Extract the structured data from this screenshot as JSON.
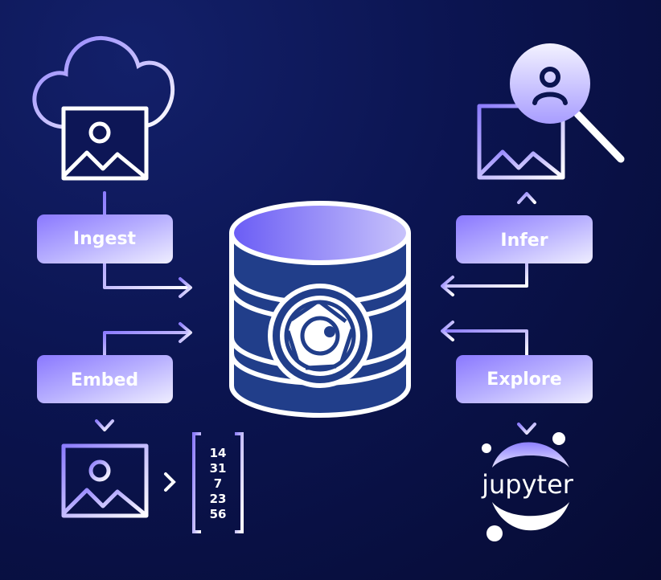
{
  "steps": {
    "ingest": "Ingest",
    "embed": "Embed",
    "infer": "Infer",
    "explore": "Explore"
  },
  "vector": [
    "14",
    "31",
    "7",
    "23",
    "56"
  ],
  "jupyter_label": "jupyter",
  "colors": {
    "accent": "#7b6cf6",
    "light": "#ccc8ff",
    "db_body": "#213e8a",
    "background": "#0b1450"
  }
}
